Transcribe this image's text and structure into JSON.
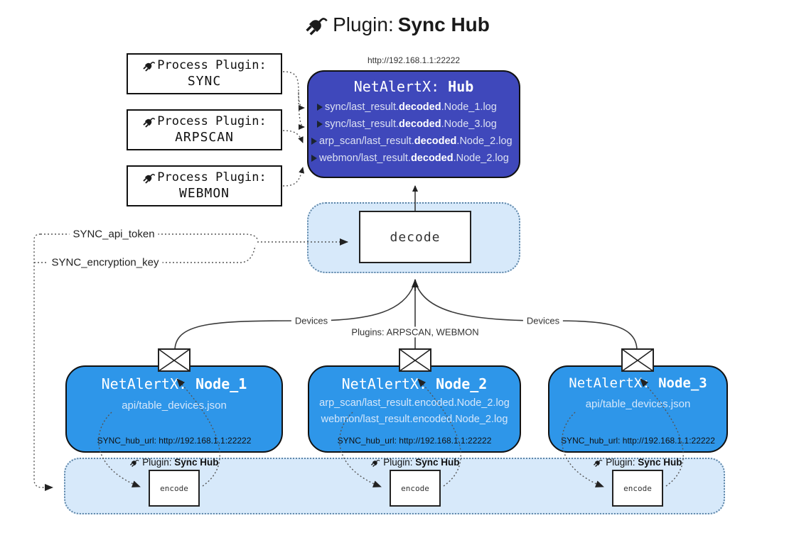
{
  "title": {
    "prefix": "Plugin:",
    "bold": "Sync Hub"
  },
  "hub": {
    "url": "http://192.168.1.1:22222",
    "name_prefix": "NetAlertX: ",
    "name_bold": "Hub",
    "lines": [
      {
        "pre": "sync/last_result.",
        "bold": "decoded",
        "post": ".Node_1.log"
      },
      {
        "pre": "sync/last_result.",
        "bold": "decoded",
        "post": ".Node_3.log"
      },
      {
        "pre": "arp_scan/last_result.",
        "bold": "decoded",
        "post": ".Node_2.log"
      },
      {
        "pre": "webmon/last_result.",
        "bold": "decoded",
        "post": ".Node_2.log"
      }
    ]
  },
  "process_plugins": [
    {
      "label": "Process Plugin:",
      "name": "SYNC"
    },
    {
      "label": "Process Plugin:",
      "name": "ARPSCAN"
    },
    {
      "label": "Process Plugin:",
      "name": "WEBMON"
    }
  ],
  "decode": {
    "label": "decode"
  },
  "settings": {
    "api_token": "SYNC_api_token",
    "encryption_key": "SYNC_encryption_key"
  },
  "edge_labels": {
    "devices_left": "Devices",
    "plugins_center": "Plugins: ARPSCAN, WEBMON",
    "devices_right": "Devices"
  },
  "nodes": [
    {
      "name_prefix": "NetAlertX: ",
      "name_bold": "Node_1",
      "lines": [
        "api/table_devices.json"
      ],
      "hub_url": "SYNC_hub_url: http://192.168.1.1:22222"
    },
    {
      "name_prefix": "NetAlertX: ",
      "name_bold": "Node_2",
      "lines": [
        "arp_scan/last_result.encoded.Node_2.log",
        "webmon/last_result.encoded.Node_2.log"
      ],
      "hub_url": "SYNC_hub_url: http://192.168.1.1:22222"
    },
    {
      "name_prefix": "NetAlertX: ",
      "name_bold": "Node_3",
      "lines": [
        "api/table_devices.json"
      ],
      "hub_url": "SYNC_hub_url: http://192.168.1.1:22222"
    }
  ],
  "encode_band": {
    "plugin_prefix": "Plugin: ",
    "plugin_bold": "Sync Hub",
    "box_label": "encode"
  },
  "colors": {
    "hub_bg": "#3F48BB",
    "node_bg": "#2E96E9",
    "panel_bg": "#D7E9FA",
    "panel_border": "#5E86A8",
    "line": "#3A3A3A"
  }
}
